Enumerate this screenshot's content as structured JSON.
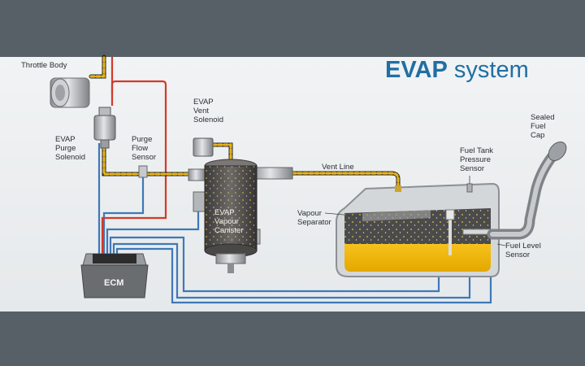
{
  "title": {
    "bold": "EVAP",
    "rest": "system"
  },
  "labels": {
    "throttle_body": "Throttle Body",
    "evap_purge_solenoid": "EVAP\nPurge\nSolenoid",
    "purge_flow_sensor": "Purge\nFlow\nSensor",
    "evap_vent_solenoid": "EVAP\nVent\nSolenoid",
    "vent_line": "Vent Line",
    "evap_vapour_canister": "EVAP\nVapour\nCanister",
    "vapour_separator": "Vapour\nSeparator",
    "fuel_tank_pressure_sensor": "Fuel Tank\nPressure\nSensor",
    "sealed_fuel_cap": "Sealed\nFuel\nCap",
    "fuel_level_sensor": "Fuel Level\nSensor",
    "ecm": "ECM"
  },
  "colors": {
    "band": "#575f67",
    "title": "#1f6fa3",
    "vapour_line": "#e5b21a",
    "wire_blue": "#3f78b8",
    "wire_red": "#d23a2a",
    "fuel": "#f2b807"
  }
}
